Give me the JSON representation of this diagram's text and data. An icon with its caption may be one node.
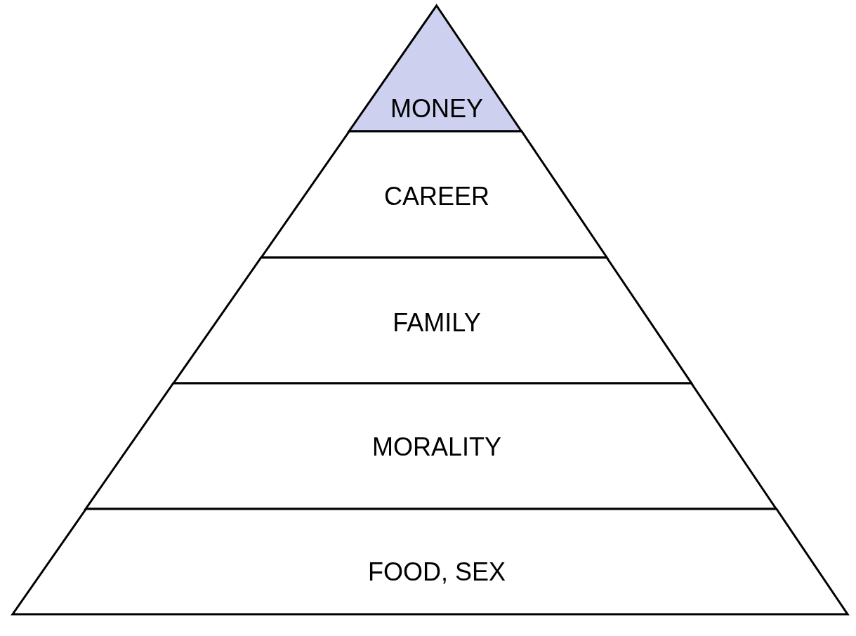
{
  "diagram": {
    "nodes": [
      {
        "text": [
          "MONEY"
        ]
      },
      {
        "text": [
          "CAREER"
        ]
      },
      {
        "text": [
          "FAMILY"
        ]
      },
      {
        "text": [
          "MORALITY"
        ]
      },
      {
        "text": [
          "FOOD, SEX"
        ]
      }
    ]
  }
}
